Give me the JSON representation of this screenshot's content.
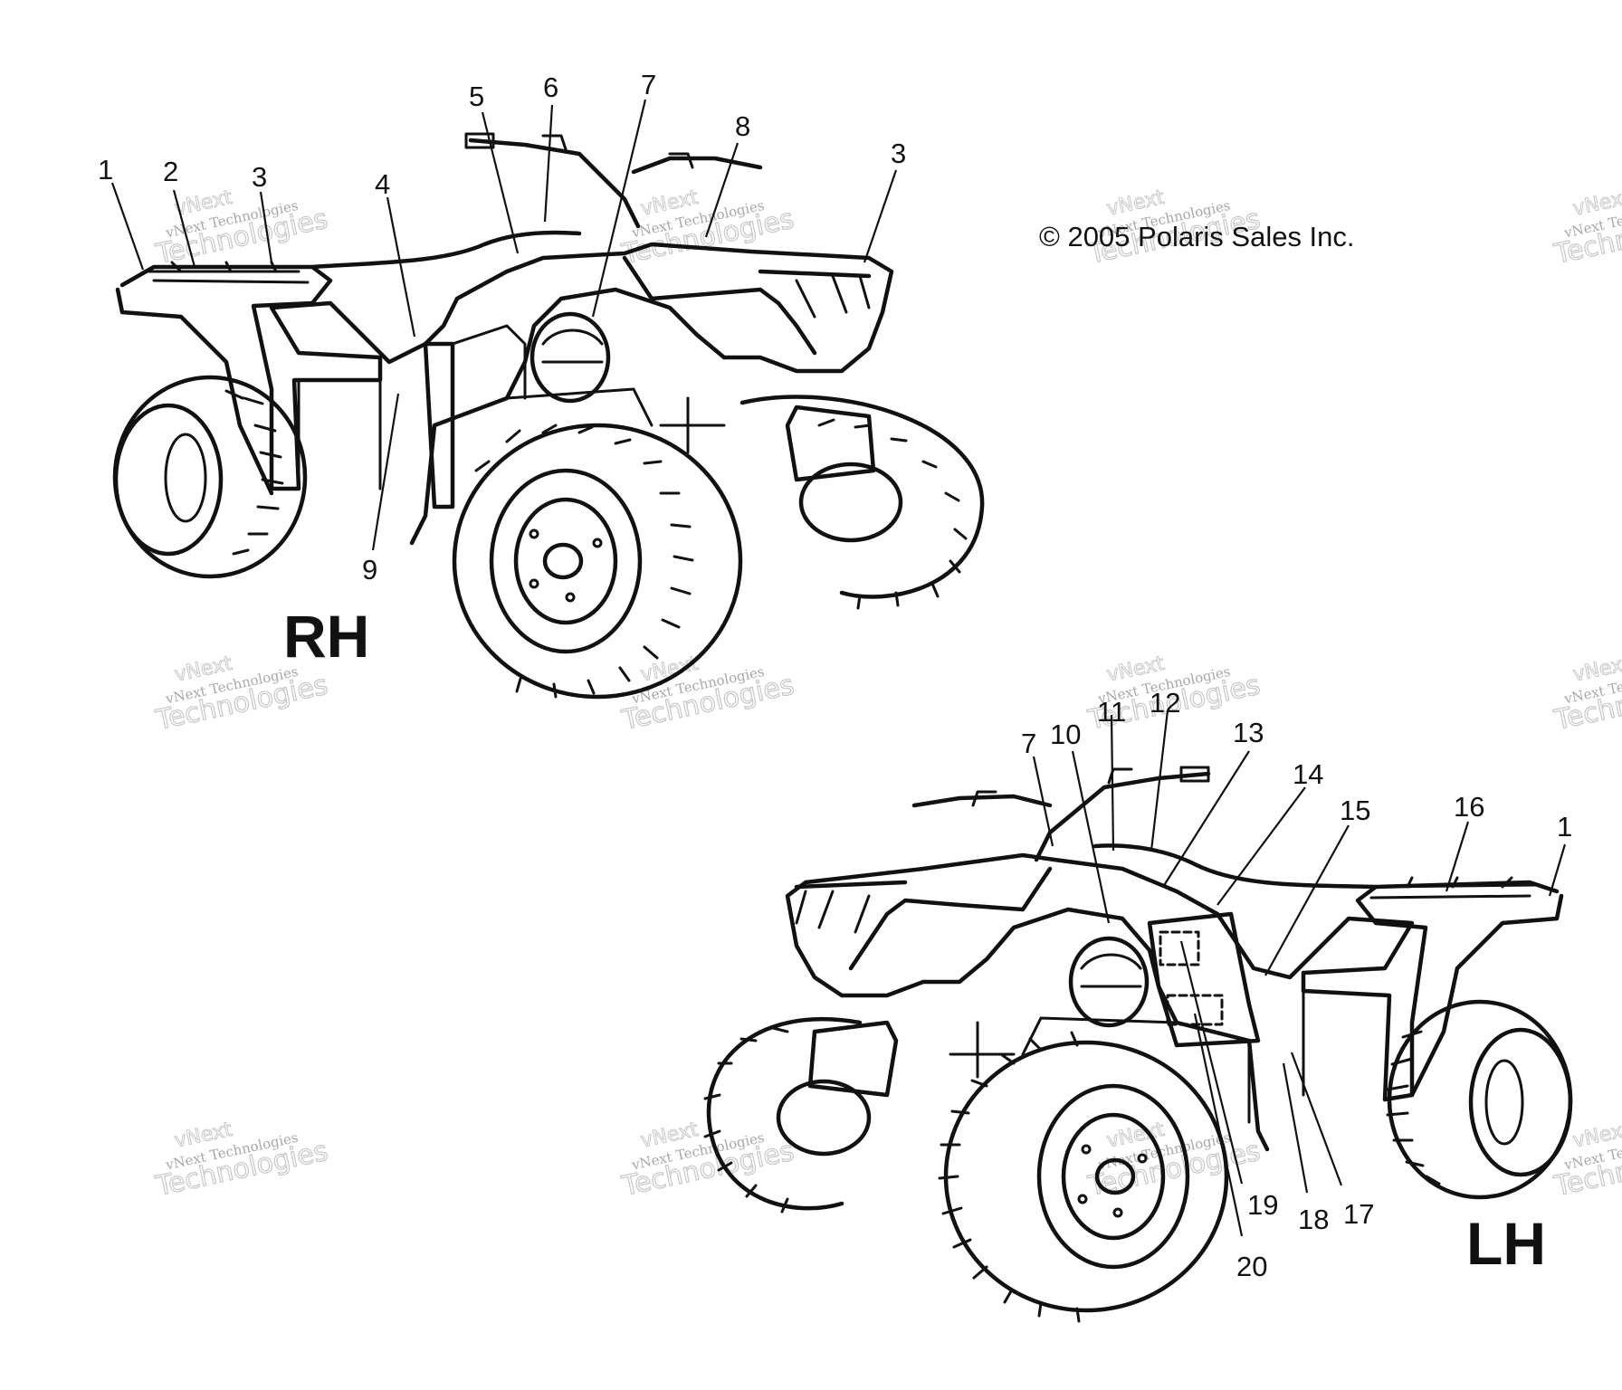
{
  "copyright": "© 2005 Polaris Sales Inc.",
  "views": [
    {
      "id": "rh",
      "label": "RH"
    },
    {
      "id": "lh",
      "label": "LH"
    }
  ],
  "watermark": {
    "line1": "vNext",
    "line2": "vNext Technologies",
    "line3": "Technologies"
  },
  "callouts": {
    "rh": [
      "1",
      "2",
      "3",
      "4",
      "5",
      "6",
      "7",
      "8",
      "3",
      "9"
    ],
    "lh": [
      "7",
      "10",
      "11",
      "12",
      "13",
      "14",
      "15",
      "16",
      "1",
      "17",
      "18",
      "19",
      "20"
    ]
  }
}
